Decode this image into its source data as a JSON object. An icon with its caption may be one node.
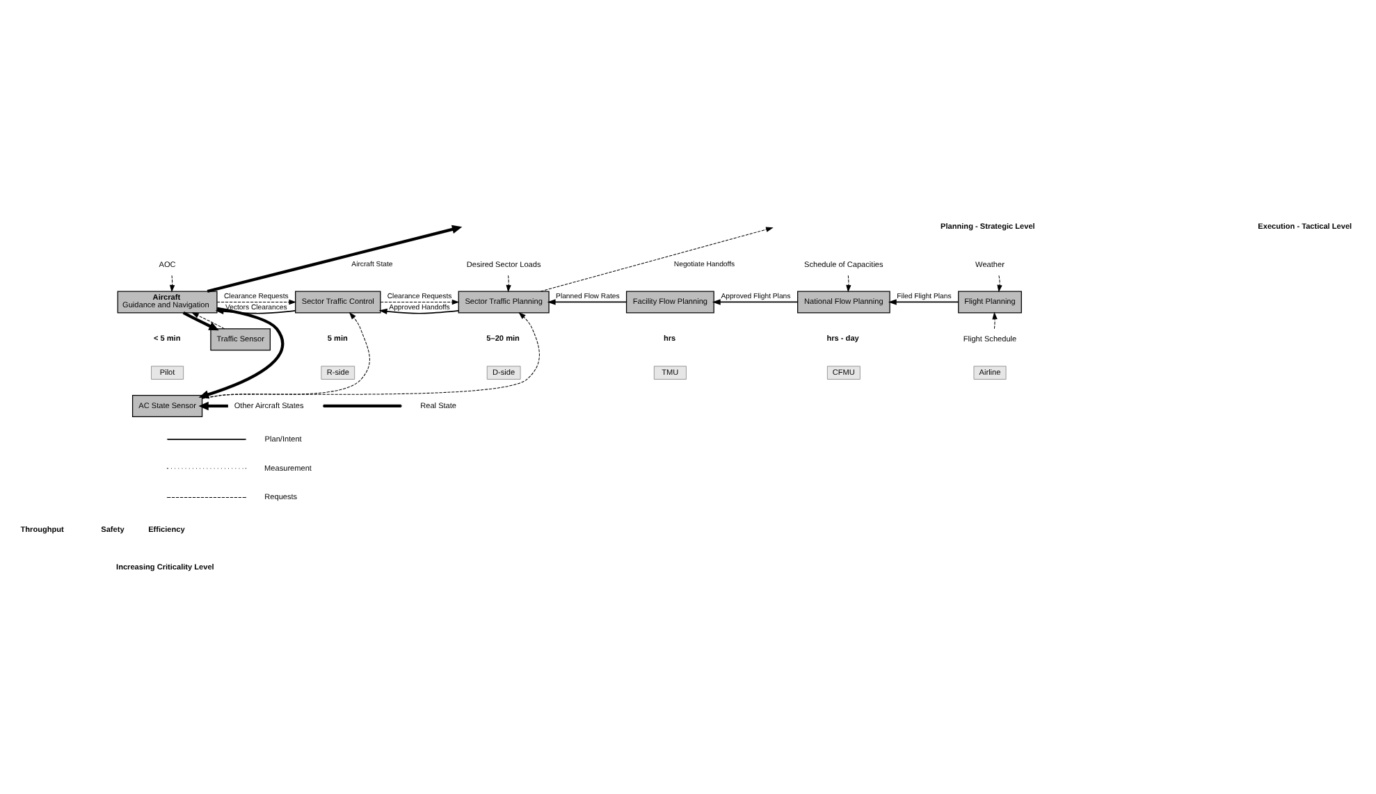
{
  "diagram": {
    "nodes": [
      {
        "text": [
          "Weather"
        ]
      },
      {
        "text": [
          "Schedule of Capacities"
        ]
      },
      {
        "text": [
          "Desired Sector Loads"
        ]
      },
      {
        "text": [
          "AOC"
        ]
      },
      {
        "text": [
          "Flight Planning"
        ]
      },
      {
        "text": [
          "National Flow Planning"
        ],
        "beside": [
          "hrs - day"
        ]
      },
      {
        "text": [
          "Facility Flow Planning"
        ],
        "beside": [
          "hrs"
        ]
      },
      {
        "text": [
          "Sector Traffic Planning"
        ],
        "beside": [
          "5–20 min"
        ]
      },
      {
        "text": [
          "Sector Traffic Control"
        ],
        "beside": [
          "5 min"
        ]
      },
      {
        "text": [
          "Aircraft",
          "Guidance and Navigation"
        ],
        "beside": [
          "< 5 min"
        ]
      },
      {
        "text": [
          "Flight Schedule"
        ]
      },
      {
        "text": [
          "Traffic Sensor"
        ]
      },
      {
        "text": [
          "Airline"
        ]
      },
      {
        "text": [
          "CFMU"
        ]
      },
      {
        "text": [
          "TMU"
        ]
      },
      {
        "text": [
          "D-side"
        ]
      },
      {
        "text": [
          "R-side"
        ]
      },
      {
        "text": [
          "Pilot"
        ]
      },
      {
        "text": [
          "AC State Sensor"
        ]
      },
      {
        "text": [
          "Other Aircraft States"
        ]
      }
    ],
    "edges": [
      {
        "from": 0,
        "to": 4,
        "arrow": "to",
        "style": "dashed"
      },
      {
        "from": 10,
        "to": 4,
        "arrow": "to",
        "style": "dashed"
      },
      {
        "from": 1,
        "to": 5,
        "arrow": "to",
        "style": "dashed"
      },
      {
        "from": 2,
        "to": 7,
        "arrow": "to",
        "style": "dashed"
      },
      {
        "from": 4,
        "to": 5,
        "arrow": "to",
        "label": "Filed Flight Plans"
      },
      {
        "from": 5,
        "to": 6,
        "arrow": "to",
        "label": "Approved Flight Plans"
      },
      {
        "from": 6,
        "to": 7,
        "arrow": "to",
        "label": "Planned Flow Rates"
      },
      {
        "from": 7,
        "to": 8,
        "arrow": "to",
        "label": "Approved Handoffs"
      },
      {
        "from": 7,
        "to": null,
        "arrow": "to",
        "label": "Negotiate Handoffs",
        "style": "dashed"
      },
      {
        "from": 8,
        "to": 7,
        "arrow": "to",
        "label": "Clearance Requests",
        "style": "dashed"
      },
      {
        "from": 9,
        "to": 8,
        "arrow": "to",
        "label": "Clearance Requests",
        "style": "dashed"
      },
      {
        "from": 8,
        "to": 9,
        "arrow": "to",
        "label": "Vectors Clearances"
      },
      {
        "from": 3,
        "to": 9,
        "arrow": "to",
        "style": "dashed"
      },
      {
        "from": 9,
        "to": null,
        "arrow": "to",
        "label": "Aircraft State",
        "style": "thick"
      },
      {
        "from": 9,
        "to": 11,
        "arrow": "to",
        "style": "thick"
      },
      {
        "from": 9,
        "to": 18,
        "arrow": "to",
        "style": "thick"
      },
      {
        "from": 11,
        "to": 9,
        "arrow": "to",
        "style": "dashed"
      },
      {
        "from": 18,
        "to": 7,
        "arrow": "to",
        "style": "dashed"
      },
      {
        "from": 18,
        "to": 8,
        "arrow": "to",
        "style": "dashed"
      },
      {
        "from": 19,
        "to": 18,
        "arrow": "to",
        "style": "thick"
      }
    ],
    "labels": [
      "Planning - Strategic Level",
      "Execution - Tactical Level",
      "Efficiency",
      "Throughput",
      "Safety",
      "Increasing Criticality Level"
    ],
    "legend": [
      {
        "text": "Real State"
      },
      {
        "text": "Plan/Intent"
      },
      {
        "text": "Measurement"
      },
      {
        "text": "Requests"
      }
    ]
  }
}
